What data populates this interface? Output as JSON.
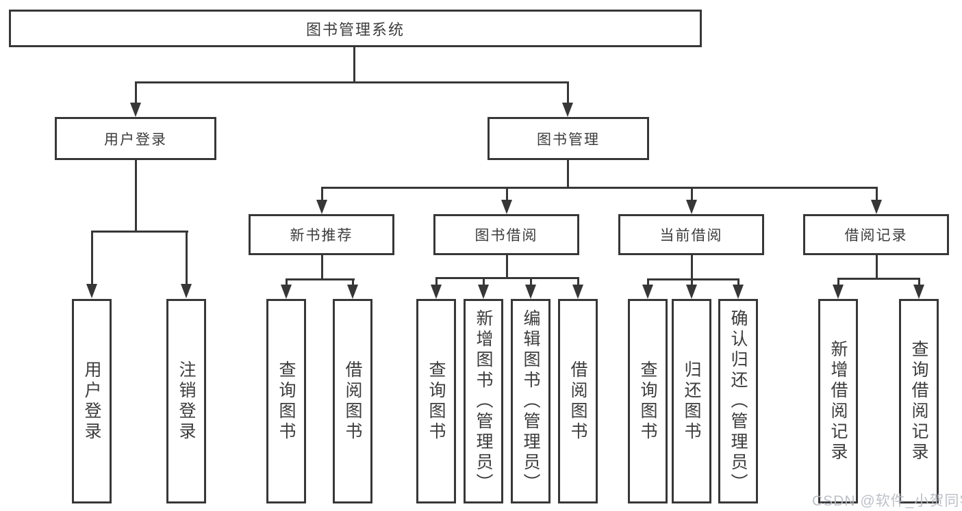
{
  "diagram": {
    "type": "hierarchy-tree",
    "root": {
      "label": "图书管理系统",
      "children": [
        {
          "label": "用户登录",
          "children": [
            {
              "label": "用户登录",
              "children": []
            },
            {
              "label": "注销登录",
              "children": []
            }
          ]
        },
        {
          "label": "图书管理",
          "children": [
            {
              "label": "新书推荐",
              "children": [
                {
                  "label": "查询图书"
                },
                {
                  "label": "借阅图书"
                }
              ]
            },
            {
              "label": "图书借阅",
              "children": [
                {
                  "label": "查询图书"
                },
                {
                  "label": "新增图书（管理员）"
                },
                {
                  "label": "编辑图书（管理员）"
                },
                {
                  "label": "借阅图书"
                }
              ]
            },
            {
              "label": "当前借阅",
              "children": [
                {
                  "label": "查询图书"
                },
                {
                  "label": "归还图书"
                },
                {
                  "label": "确认归还（管理员）"
                }
              ]
            },
            {
              "label": "借阅记录",
              "children": [
                {
                  "label": "新增借阅记录"
                },
                {
                  "label": "查询借阅记录"
                }
              ]
            }
          ]
        }
      ]
    },
    "colors": {
      "line": "#373737",
      "box_border": "#373737",
      "box_fill": "#ffffff",
      "text": "#3c3c3c",
      "background": "#ffffff",
      "watermark": "#b6bac0"
    }
  },
  "watermark": {
    "text": "CSDN @软件_小贺同学"
  }
}
